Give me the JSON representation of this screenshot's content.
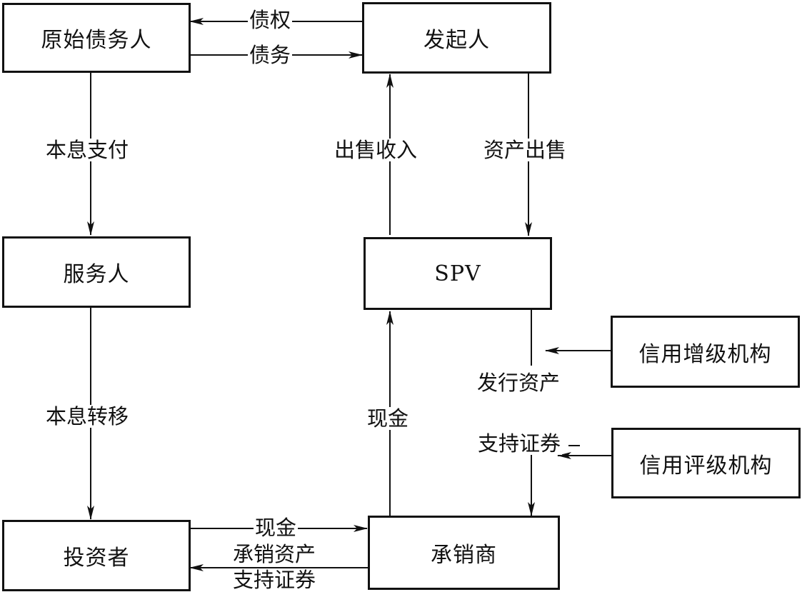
{
  "nodes": {
    "original_debtor": "原始债务人",
    "originator": "发起人",
    "servicer": "服务人",
    "spv": "SPV",
    "credit_enhancement": "信用增级机构",
    "credit_rating": "信用评级机构",
    "investor": "投资者",
    "underwriter": "承销商"
  },
  "edges": {
    "claim": "债权",
    "debt": "债务",
    "principal_interest_payment": "本息支付",
    "sale_proceeds": "出售收入",
    "asset_sale": "资产出售",
    "issue_assets": "发行资产",
    "support_securities": "支持证券",
    "principal_interest_transfer": "本息转移",
    "cash_to_spv": "现金",
    "cash_to_underwriter": "现金",
    "underwrite_line1": "承销资产",
    "underwrite_line2": "支持证券"
  }
}
